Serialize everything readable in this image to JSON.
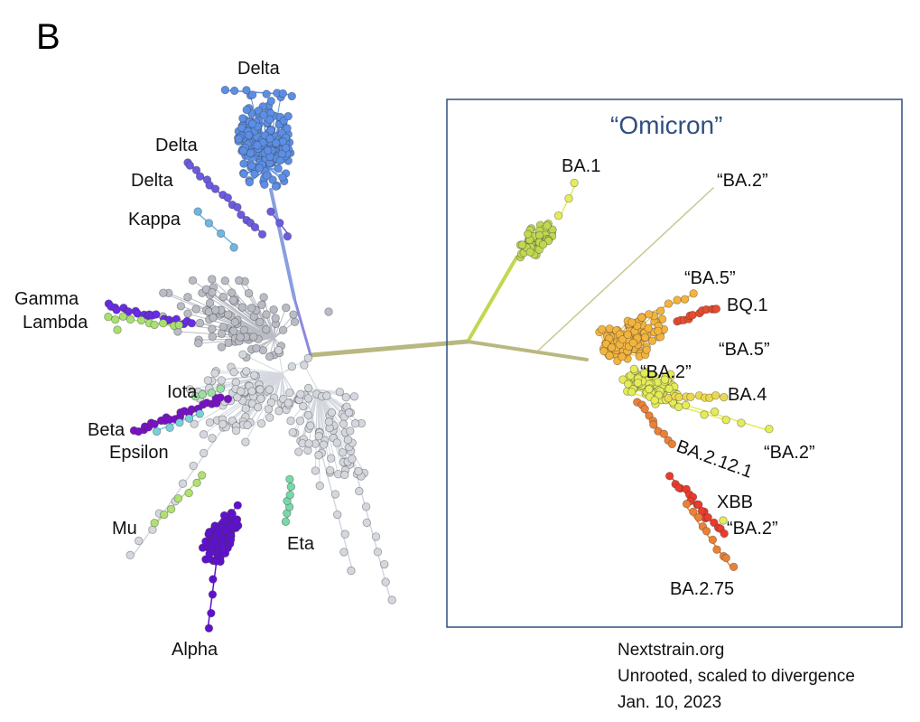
{
  "panel_letter": "B",
  "omicron_box": {
    "title": "“Omicron”",
    "border_color": "#2f4f80"
  },
  "labels": {
    "delta_1": "Delta",
    "delta_2": "Delta",
    "delta_3": "Delta",
    "kappa": "Kappa",
    "gamma": "Gamma",
    "lambda": "Lambda",
    "iota": "Iota",
    "beta": "Beta",
    "epsilon": "Epsilon",
    "mu": "Mu",
    "eta": "Eta",
    "alpha": "Alpha",
    "ba1": "BA.1",
    "ba2_top": "“BA.2”",
    "ba5_top": "“BA.5”",
    "bq1": "BQ.1",
    "ba5_mid": "“BA.5”",
    "ba2_mid": "“BA.2”",
    "ba4": "BA.4",
    "ba2_right": "“BA.2”",
    "ba2121": "BA.2.12.1",
    "xbb": "XBB",
    "ba2_low": "“BA.2”",
    "ba275": "BA.2.75"
  },
  "clade_colors": {
    "delta": "#5b8ee6",
    "delta_purple": "#6a5be0",
    "kappa": "#6fb6e0",
    "gamma": "#6a2be8",
    "lambda": "#a8e070",
    "gray": "#b9bcc4",
    "light_gray": "#d4d8de",
    "iota": "#9be0a0",
    "beta": "#7a10c8",
    "epsilon": "#7ad0d8",
    "mu": "#b0e070",
    "eta": "#78d8a8",
    "alpha": "#6010d0",
    "ba1": "#c0d850",
    "ba2": "#e4ec58",
    "ba5": "#f4b43c",
    "bq1": "#ec4a2c",
    "ba4": "#ecd850",
    "xbb": "#ec3a2c",
    "ba275": "#ec8034",
    "trunk": "#b8b880"
  },
  "credit": {
    "line1": "Nextstrain.org",
    "line2": "Unrooted, scaled to divergence",
    "line3": "Jan. 10, 2023"
  }
}
